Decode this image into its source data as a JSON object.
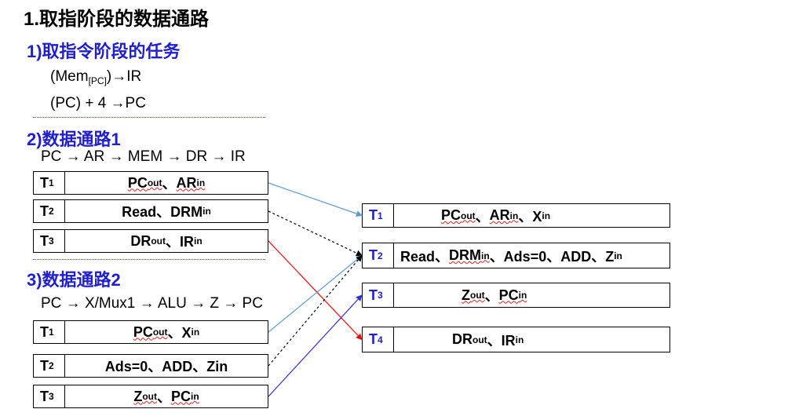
{
  "title": "1.取指阶段的数据通路",
  "task": {
    "heading": "1)取指令阶段的任务",
    "line1_pre": "(Mem",
    "line1_sub": "[PC]",
    "line1_post": ")→IR",
    "line2": "(PC) + 4 →PC"
  },
  "path1": {
    "heading": "2)数据通路1",
    "flow": "PC → AR → MEM → DR → IR",
    "steps": [
      {
        "t": "T",
        "ts": "1",
        "parts": [
          {
            "txt": "PC",
            "sq": true
          },
          {
            "sub": "out",
            "sq": true
          },
          {
            "txt": "、"
          },
          {
            "txt": "AR",
            "sq": true
          },
          {
            "sub": "in",
            "sq": true
          }
        ]
      },
      {
        "t": "T",
        "ts": "2",
        "parts": [
          {
            "txt": "Read、DRM"
          },
          {
            "sub": "in"
          }
        ]
      },
      {
        "t": "T",
        "ts": "3",
        "parts": [
          {
            "txt": "DR"
          },
          {
            "sub": "out"
          },
          {
            "txt": "、IR"
          },
          {
            "sub": "in"
          }
        ]
      }
    ]
  },
  "path2": {
    "heading": "3)数据通路2",
    "flow": "PC → X/Mux1 → ALU → Z → PC",
    "steps": [
      {
        "t": "T",
        "ts": "1",
        "parts": [
          {
            "txt": "PC",
            "sq": true
          },
          {
            "sub": "out",
            "sq": true
          },
          {
            "txt": "、X"
          },
          {
            "sub": "in"
          }
        ]
      },
      {
        "t": "T",
        "ts": "2",
        "parts": [
          {
            "txt": "Ads=0、ADD、Zin"
          }
        ]
      },
      {
        "t": "T",
        "ts": "3",
        "parts": [
          {
            "txt": "Z",
            "sq": true
          },
          {
            "sub": "out",
            "sq": true
          },
          {
            "txt": "、"
          },
          {
            "txt": "PC",
            "sq": true
          },
          {
            "sub": "in",
            "sq": true
          }
        ]
      }
    ]
  },
  "merged": {
    "steps": [
      {
        "t": "T",
        "ts": "1",
        "parts": [
          {
            "txt": "PC",
            "sq": true
          },
          {
            "sub": "out",
            "sq": true
          },
          {
            "txt": "、"
          },
          {
            "txt": "AR",
            "sq": true
          },
          {
            "sub": "in",
            "sq": true
          },
          {
            "txt": "、X"
          },
          {
            "sub": "in"
          }
        ]
      },
      {
        "t": "T",
        "ts": "2",
        "parts": [
          {
            "txt": "Read、"
          },
          {
            "txt": "DRM",
            "sq": true
          },
          {
            "sub": "in",
            "sq": true
          },
          {
            "txt": " 、Ads=0、ADD、Z"
          },
          {
            "sub": "in"
          }
        ]
      },
      {
        "t": "T",
        "ts": "3",
        "parts": [
          {
            "txt": "Z",
            "sq": true
          },
          {
            "sub": "out",
            "sq": true
          },
          {
            "txt": "、"
          },
          {
            "txt": "PC",
            "sq": true
          },
          {
            "sub": "in",
            "sq": true
          }
        ]
      },
      {
        "t": "T",
        "ts": "4",
        "parts": [
          {
            "txt": "DR"
          },
          {
            "sub": "out"
          },
          {
            "txt": "、IR"
          },
          {
            "sub": "in"
          }
        ]
      }
    ]
  },
  "arrows": [
    {
      "from": "p1-0",
      "to": "m-0",
      "color": "#5b9bd5",
      "dash": false
    },
    {
      "from": "p1-1",
      "to": "m-1",
      "color": "#000000",
      "dash": true
    },
    {
      "from": "p1-2",
      "to": "m-3",
      "color": "#ff0000",
      "dash": false
    },
    {
      "from": "p2-0",
      "to": "m-1",
      "color": "#5b9bd5",
      "dash": false
    },
    {
      "from": "p2-1",
      "to": "m-1",
      "color": "#000000",
      "dash": true
    },
    {
      "from": "p2-2",
      "to": "m-2",
      "color": "#2e2ed6",
      "dash": false
    }
  ]
}
